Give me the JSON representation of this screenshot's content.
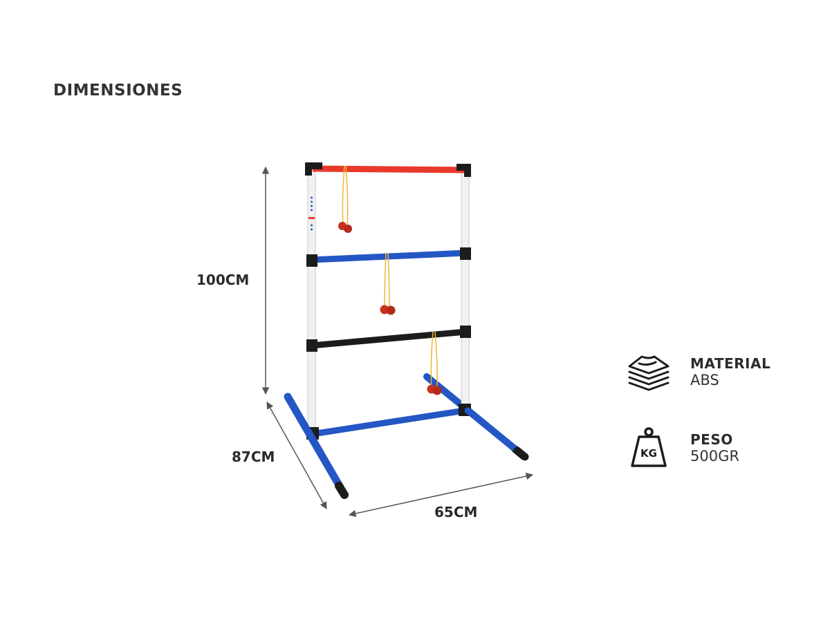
{
  "heading": "DIMENSIONES",
  "dimensions": {
    "height": "100CM",
    "depth": "87CM",
    "width": "65CM"
  },
  "specs": {
    "material": {
      "title": "MATERIAL",
      "value": "ABS",
      "icon": "stacked-sheets-icon"
    },
    "peso": {
      "title": "PESO",
      "value": "500GR",
      "icon": "kettlebell-weight-icon",
      "icon_text": "KG"
    }
  },
  "colors": {
    "top_rung": "#e8392a",
    "blue_rung": "#2456c4",
    "black_rung": "#1c1c1c",
    "upright": "#f1f1f1",
    "bolas": "#c9301e",
    "cord": "#f2b632",
    "arrow": "#555555"
  }
}
